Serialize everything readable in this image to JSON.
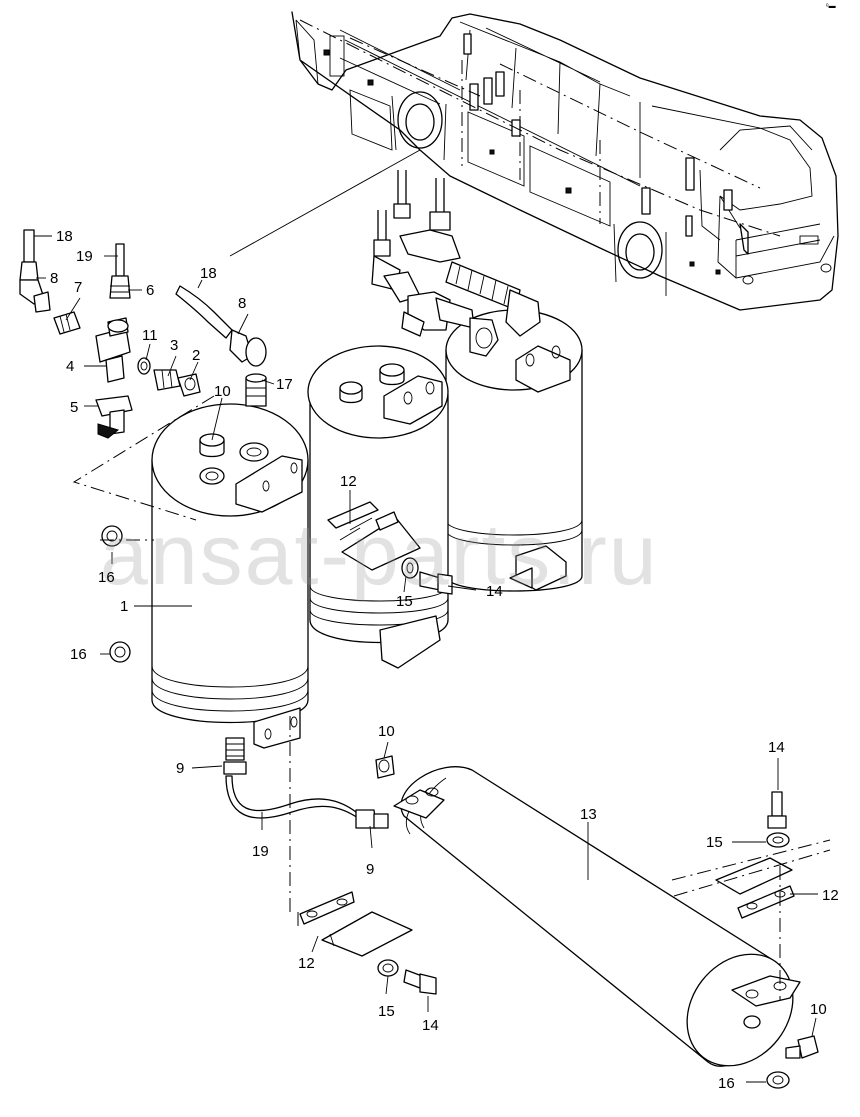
{
  "watermark": "ansat-parts.ru",
  "corner_mark": "ᵉ▬",
  "callouts": {
    "c1": "1",
    "c2": "2",
    "c3": "3",
    "c4": "4",
    "c5": "5",
    "c6": "6",
    "c7": "7",
    "c8a": "8",
    "c8b": "8",
    "c9a": "9",
    "c9b": "9",
    "c10a": "10",
    "c10b": "10",
    "c10c": "10",
    "c11": "11",
    "c12a": "12",
    "c12b": "12",
    "c12c": "12",
    "c13": "13",
    "c14a": "14",
    "c14b": "14",
    "c14c": "14",
    "c15a": "15",
    "c15b": "15",
    "c15c": "15",
    "c16a": "16",
    "c16b": "16",
    "c16c": "16",
    "c17": "17",
    "c18a": "18",
    "c18b": "18",
    "c19a": "19",
    "c19b": "19"
  }
}
